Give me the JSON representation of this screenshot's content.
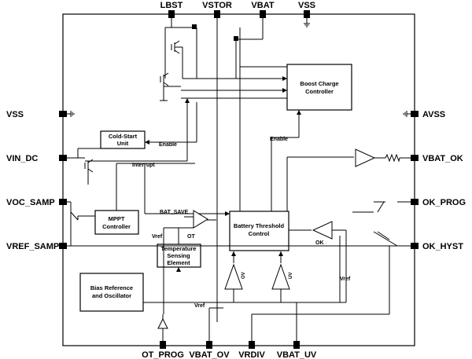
{
  "pins": {
    "top": [
      "LBST",
      "VSTOR",
      "VBAT",
      "VSS"
    ],
    "left": [
      "VSS",
      "VIN_DC",
      "VOC_SAMP",
      "VREF_SAMP"
    ],
    "right": [
      "AVSS",
      "VBAT_OK",
      "OK_PROG",
      "OK_HYST"
    ],
    "bottom": [
      "OT_PROG",
      "VBAT_OV",
      "VRDIV",
      "VBAT_UV"
    ]
  },
  "blocks": {
    "boost": [
      "Boost Charge",
      "Controller"
    ],
    "coldstart": [
      "Cold-Start",
      "Unit"
    ],
    "mppt": [
      "MPPT",
      "Controller"
    ],
    "battery": [
      "Battery Threshold",
      "Control"
    ],
    "temp": [
      "Temperature",
      "Sensing",
      "Element"
    ],
    "bias": [
      "Bias Reference",
      "and Oscillator"
    ]
  },
  "signals": {
    "enable_left": "Enable",
    "enable_top": "Enable",
    "interrupt": "Interrupt",
    "bat_save": "BAT_SAVE",
    "vref_left": "Vref",
    "ot": "OT",
    "ok": "OK",
    "vref_right": "Vref",
    "vref_bottom": "Vref",
    "ov": "OV",
    "uv": "UV"
  }
}
